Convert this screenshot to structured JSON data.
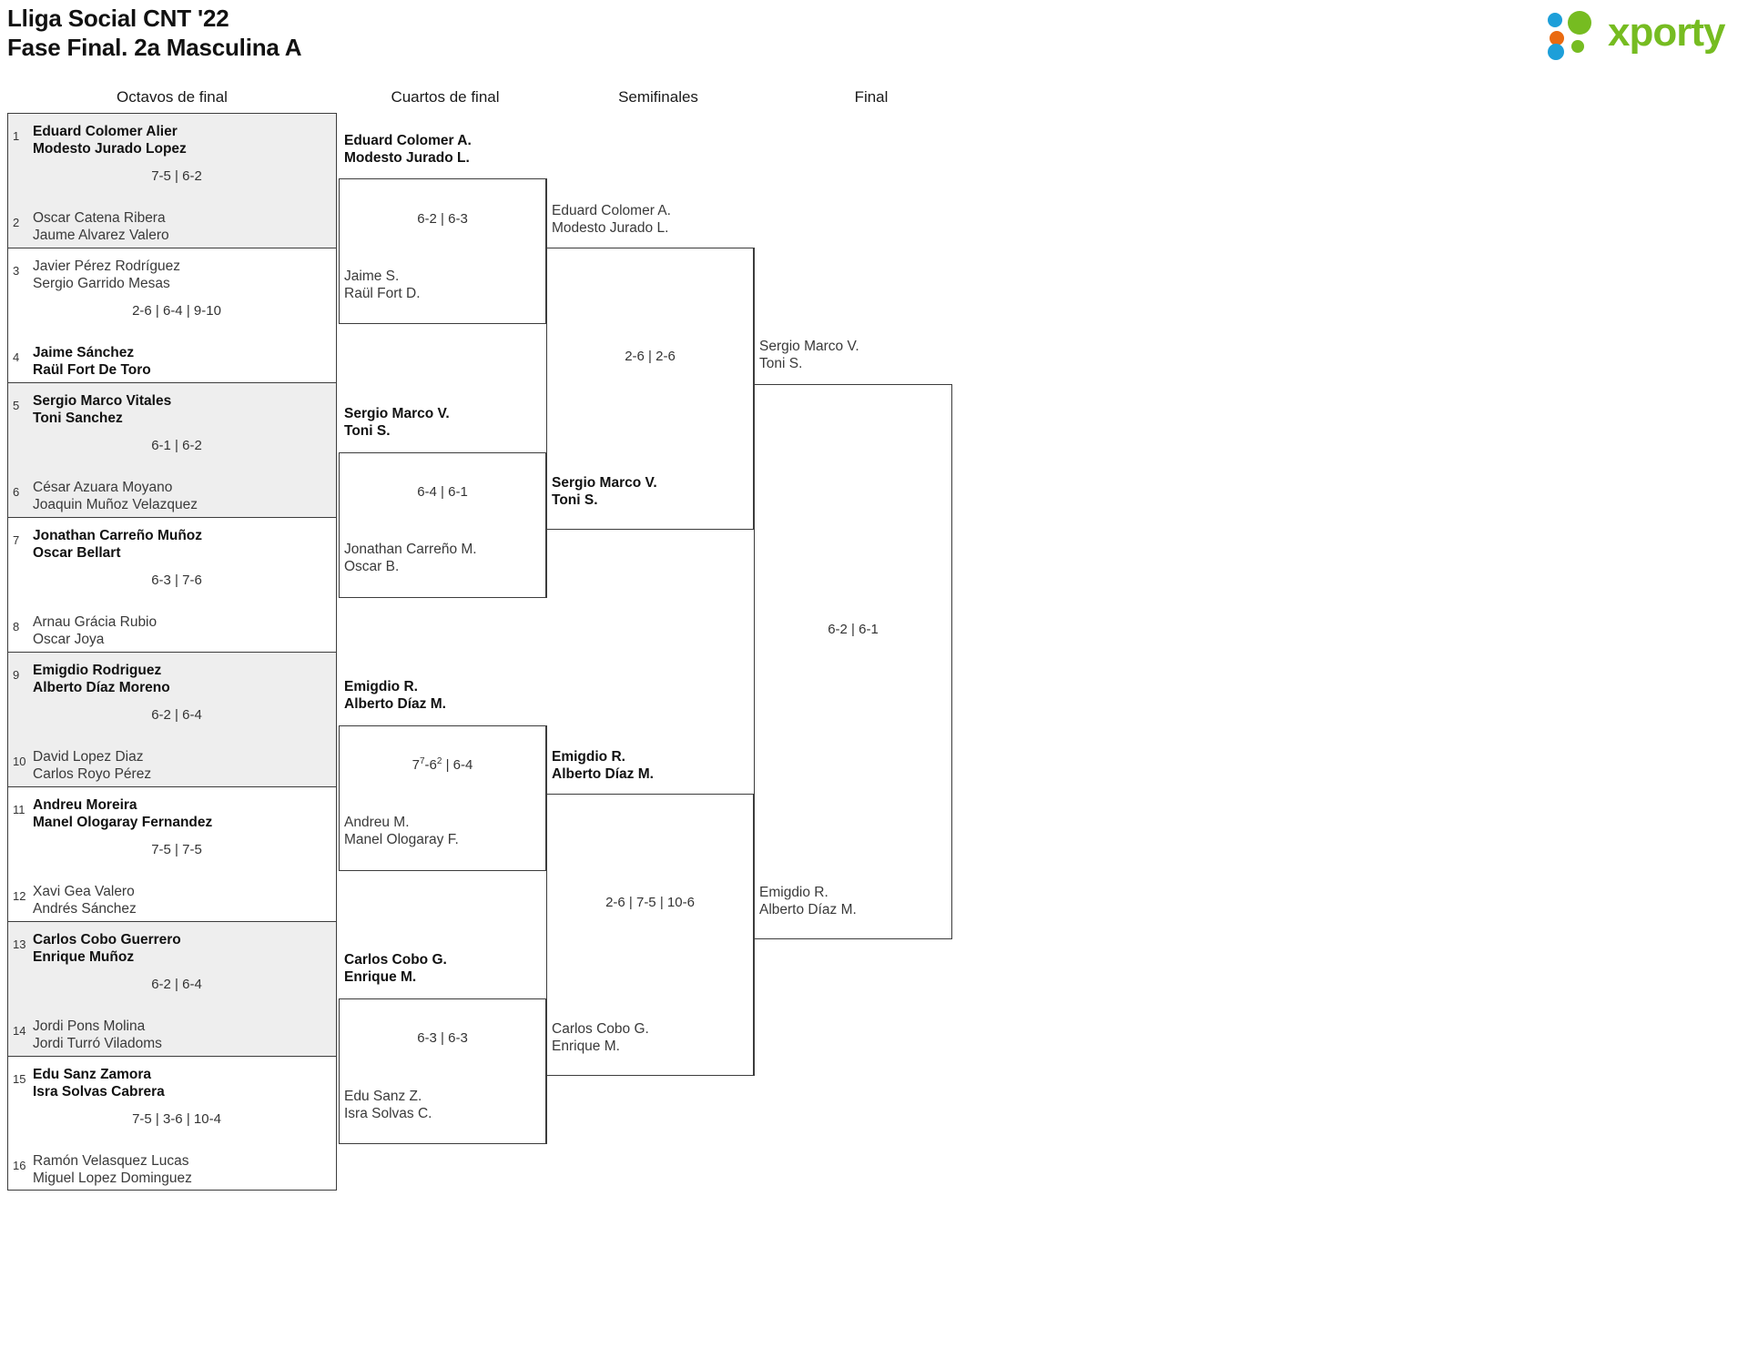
{
  "header": {
    "title_line1": "Lliga Social CNT '22",
    "title_line2": "Fase Final. 2a Masculina A",
    "logo_text": "xporty",
    "logo_colors": {
      "blue": "#1d9fd9",
      "orange": "#ea6a10",
      "green": "#76bc21"
    }
  },
  "rounds": [
    {
      "label": "Octavos de final"
    },
    {
      "label": "Cuartos de final"
    },
    {
      "label": "Semifinales"
    },
    {
      "label": "Final"
    }
  ],
  "round1": [
    {
      "seed_top": "1",
      "seed_bot": "2",
      "top_p1": "Eduard Colomer Alier",
      "top_p2": "Modesto Jurado Lopez",
      "bot_p1": "Oscar Catena Ribera",
      "bot_p2": "Jaume Alvarez Valero",
      "score": "7-5 | 6-2",
      "winner": "top"
    },
    {
      "seed_top": "3",
      "seed_bot": "4",
      "top_p1": "Javier Pérez Rodríguez",
      "top_p2": "Sergio Garrido Mesas",
      "bot_p1": "Jaime Sánchez",
      "bot_p2": "Raül Fort De Toro",
      "score": "2-6 | 6-4 | 9-10",
      "winner": "bot"
    },
    {
      "seed_top": "5",
      "seed_bot": "6",
      "top_p1": "Sergio Marco Vitales",
      "top_p2": "Toni Sanchez",
      "bot_p1": "César Azuara Moyano",
      "bot_p2": "Joaquin Muñoz Velazquez",
      "score": "6-1 | 6-2",
      "winner": "top"
    },
    {
      "seed_top": "7",
      "seed_bot": "8",
      "top_p1": "Jonathan Carreño Muñoz",
      "top_p2": "Oscar Bellart",
      "bot_p1": "Arnau Grácia Rubio",
      "bot_p2": "Oscar Joya",
      "score": "6-3 | 7-6",
      "winner": "top"
    },
    {
      "seed_top": "9",
      "seed_bot": "10",
      "top_p1": "Emigdio Rodriguez",
      "top_p2": "Alberto Díaz Moreno",
      "bot_p1": "David Lopez Diaz",
      "bot_p2": "Carlos Royo Pérez",
      "score": "6-2 | 6-4",
      "winner": "top"
    },
    {
      "seed_top": "11",
      "seed_bot": "12",
      "top_p1": "Andreu Moreira",
      "top_p2": "Manel Ologaray Fernandez",
      "bot_p1": "Xavi Gea Valero",
      "bot_p2": "Andrés Sánchez",
      "score": "7-5 | 7-5",
      "winner": "top"
    },
    {
      "seed_top": "13",
      "seed_bot": "14",
      "top_p1": "Carlos Cobo Guerrero",
      "top_p2": "Enrique Muñoz",
      "bot_p1": "Jordi Pons Molina",
      "bot_p2": "Jordi Turró Viladoms",
      "score": "6-2 | 6-4",
      "winner": "top"
    },
    {
      "seed_top": "15",
      "seed_bot": "16",
      "top_p1": "Edu Sanz Zamora",
      "top_p2": "Isra Solvas Cabrera",
      "bot_p1": "Ramón Velasquez Lucas",
      "bot_p2": "Miguel Lopez Dominguez",
      "score": "7-5 | 3-6 | 10-4",
      "winner": "top"
    }
  ],
  "round2": [
    {
      "top_p1": "Eduard Colomer A.",
      "top_p2": "Modesto Jurado L.",
      "bot_p1": "Jaime S.",
      "bot_p2": "Raül Fort D.",
      "score": "6-2 | 6-3",
      "winner": "top"
    },
    {
      "top_p1": "Sergio Marco V.",
      "top_p2": "Toni S.",
      "bot_p1": "Jonathan Carreño M.",
      "bot_p2": "Oscar B.",
      "score": "6-4 | 6-1",
      "winner": "top"
    },
    {
      "top_p1": "Emigdio R.",
      "top_p2": "Alberto Díaz M.",
      "bot_p1": "Andreu M.",
      "bot_p2": "Manel Ologaray F.",
      "score": "7⁷-6² | 6-4",
      "score_html": "7<sup>7</sup>-6<sup>2</sup> | 6-4",
      "winner": "top"
    },
    {
      "top_p1": "Carlos Cobo G.",
      "top_p2": "Enrique M.",
      "bot_p1": "Edu Sanz Z.",
      "bot_p2": "Isra Solvas C.",
      "score": "6-3 | 6-3",
      "winner": "top"
    }
  ],
  "round3": [
    {
      "top_p1": "Eduard Colomer A.",
      "top_p2": "Modesto Jurado L.",
      "bot_p1": "Sergio Marco V.",
      "bot_p2": "Toni S.",
      "score": "2-6 | 2-6",
      "winner": "bot"
    },
    {
      "top_p1": "Emigdio R.",
      "top_p2": "Alberto Díaz M.",
      "bot_p1": "Carlos Cobo G.",
      "bot_p2": "Enrique M.",
      "score": "2-6 | 7-5 | 10-6",
      "winner": "top"
    }
  ],
  "round4": [
    {
      "top_p1": "Sergio Marco V.",
      "top_p2": "Toni S.",
      "bot_p1": "Emigdio R.",
      "bot_p2": "Alberto Díaz M.",
      "score": "6-2 | 6-1",
      "winner": "none"
    }
  ]
}
